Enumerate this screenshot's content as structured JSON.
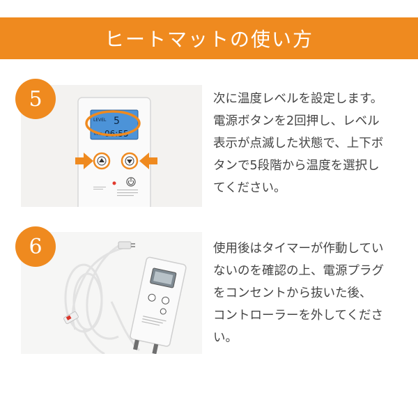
{
  "header": {
    "title": "ヒートマットの使い方"
  },
  "steps": [
    {
      "number": "5",
      "text": "次に温度レベルを設定します。\n電源ボタンを2回押し、レベル\n表示が点滅した状態で、上下ボ\nタンで5段階から温度を選択し\nてください。",
      "controller_display": {
        "level_label": "LEVEL",
        "level_value": "5",
        "time_label": "TIME",
        "time_value": "06:55"
      }
    },
    {
      "number": "6",
      "text": "使用後はタイマーが作動してい\nないのを確認の上、電源プラグ\nをコンセントから抜いた後、\nコントローラーを外してくださ\nい。"
    }
  ],
  "colors": {
    "accent": "#ef8a1f",
    "text": "#444444",
    "photo_bg": "#f3f2f0"
  },
  "icons": [
    "up-arrow-icon",
    "down-arrow-icon",
    "power-icon",
    "arrow-right-icon",
    "arrow-left-icon"
  ]
}
